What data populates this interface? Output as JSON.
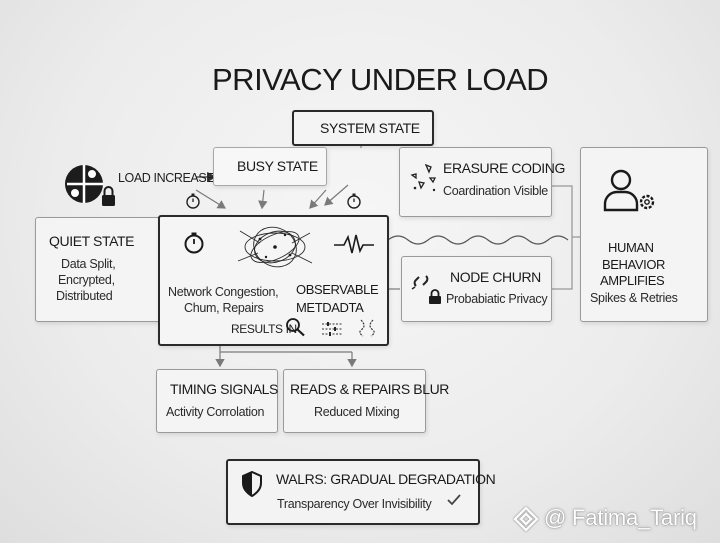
{
  "title": "PRIVACY UNDER LOAD",
  "system_state": "SYSTEM STATE",
  "load_increases": "LOAD INCREASES",
  "busy_state": "BUSY STATE",
  "quiet_state": {
    "title": "QUIET STATE",
    "lines": [
      "Data Split,",
      "Encrypted,",
      "Distributed"
    ]
  },
  "center": {
    "left_lines": [
      "Network Congestion,",
      "Chum, Repairs"
    ],
    "right_lines": [
      "OBSERVABLE",
      "METDADTA"
    ],
    "results_in": "RESULTS IN"
  },
  "erasure": {
    "title": "ERASURE CODING",
    "sub": "Coardination Visible"
  },
  "node_churn": {
    "title": "NODE CHURN",
    "sub": "Probabiatic Privacy"
  },
  "human": {
    "lines": [
      "HUMAN",
      "BEHAVIOR",
      "AMPLIFIES"
    ],
    "sub": "Spikes & Retries"
  },
  "timing": {
    "title": "TIMING SIGNALS",
    "sub": "Activity Corrolation"
  },
  "reads": {
    "title": "READS & REPAIRS BLUR",
    "sub": "Reduced Mixing"
  },
  "walrs": {
    "title": "WALRS: GRADUAL DEGRADATION",
    "sub": "Transparency Over Invisibility"
  },
  "watermark": "@ Fatima_Tariq",
  "icons": {
    "puzzle": "puzzle-lock-icon",
    "timer": "stopwatch-icon",
    "waveform": "waveform-icon",
    "search": "magnifier-icon",
    "sliders": "sliders-icon",
    "shards": "shards-icon",
    "chain": "broken-link-icon",
    "lock": "lock-icon",
    "person": "person-gear-icon",
    "shield": "shield-icon",
    "check": "checkmark-icon"
  }
}
